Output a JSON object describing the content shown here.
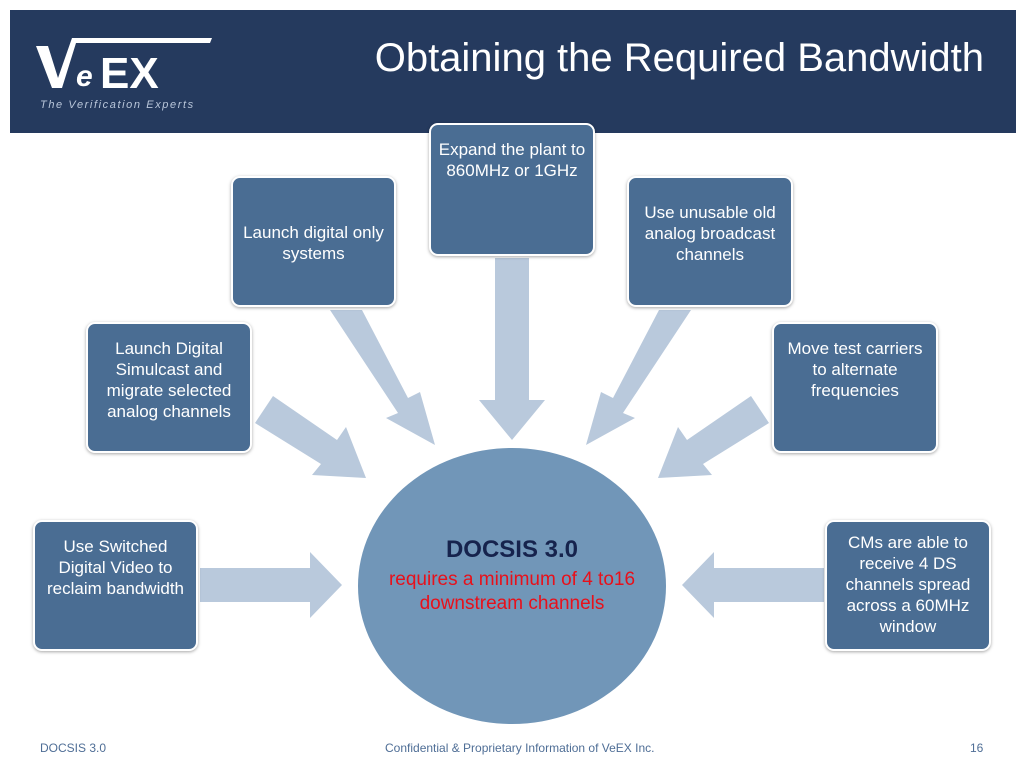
{
  "header": {
    "title": "Obtaining the Required Bandwidth",
    "logo_text": "VeEX",
    "logo_tagline": "The Verification Experts"
  },
  "hub": {
    "title": "DOCSIS 3.0",
    "subtitle": "requires a minimum of 4 to16 downstream channels"
  },
  "nodes": [
    {
      "id": "switched-digital-video",
      "text": "Use Switched Digital Video to reclaim bandwidth"
    },
    {
      "id": "digital-simulcast",
      "text": "Launch Digital Simulcast and migrate selected analog channels"
    },
    {
      "id": "digital-only",
      "text": "Launch digital only systems"
    },
    {
      "id": "expand-plant",
      "text": "Expand the plant to 860MHz or 1GHz"
    },
    {
      "id": "unusable-analog",
      "text": "Use unusable old analog broadcast channels"
    },
    {
      "id": "move-test-carriers",
      "text": "Move test carriers to alternate frequencies"
    },
    {
      "id": "cm-receive",
      "text": "CMs are able to receive 4 DS channels  spread across  a 60MHz window"
    }
  ],
  "footer": {
    "left": "DOCSIS 3.0",
    "center": "Confidential & Proprietary Information of VeEX Inc.",
    "page_number": "16"
  },
  "colors": {
    "header_bg": "#253a5e",
    "node_fill": "#4a6d93",
    "hub_fill": "#7196b8",
    "arrow_fill": "#b9c9dc",
    "hub_title": "#16234d",
    "hub_subtitle": "#e8101a"
  }
}
